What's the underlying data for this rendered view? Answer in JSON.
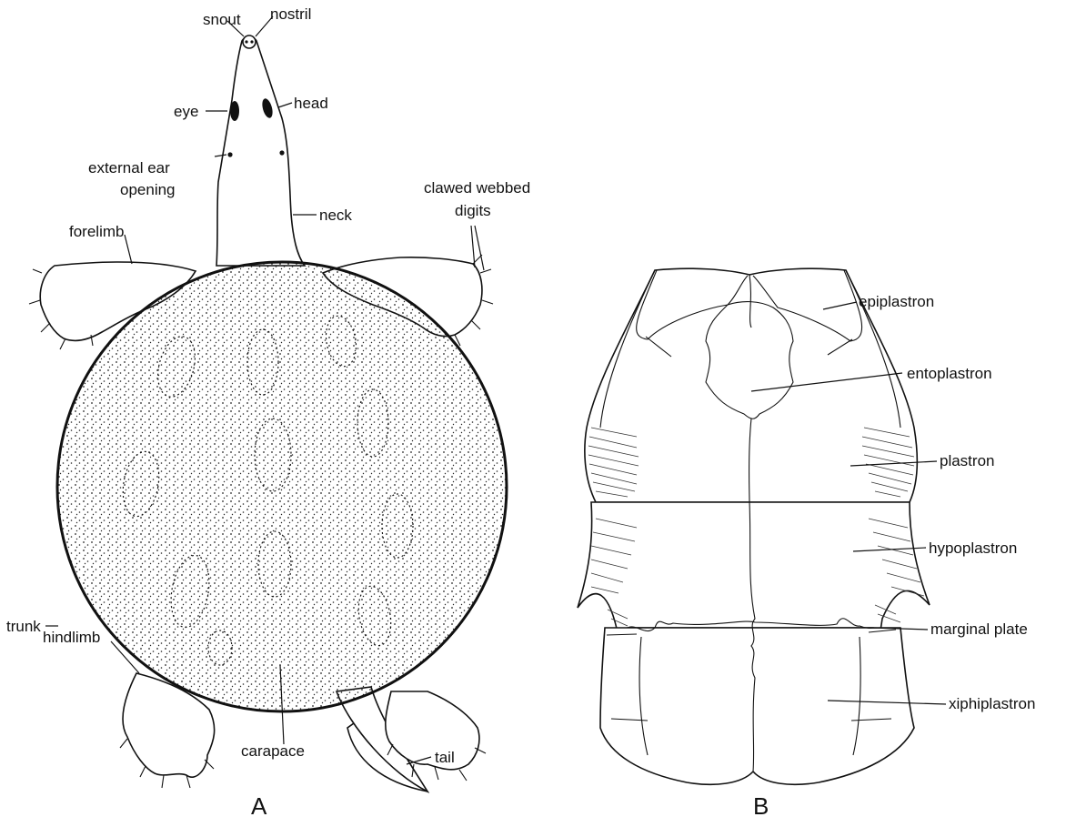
{
  "figure_a": {
    "panel_label": "A",
    "labels": {
      "snout": "snout",
      "nostril": "nostril",
      "head": "head",
      "eye": "eye",
      "external_ear_1": "external ear",
      "external_ear_2": "opening",
      "neck": "neck",
      "clawed_1": "clawed webbed",
      "clawed_2": "digits",
      "forelimb": "forelimb",
      "trunk": "trunk",
      "hindlimb": "hindlimb",
      "carapace": "carapace",
      "tail": "tail"
    }
  },
  "figure_b": {
    "panel_label": "B",
    "labels": {
      "epiplastron": "epiplastron",
      "entoplastron": "entoplastron",
      "plastron": "plastron",
      "hypoplastron": "hypoplastron",
      "marginal_plate": "marginal plate",
      "xiphiplastron": "xiphiplastron"
    }
  }
}
